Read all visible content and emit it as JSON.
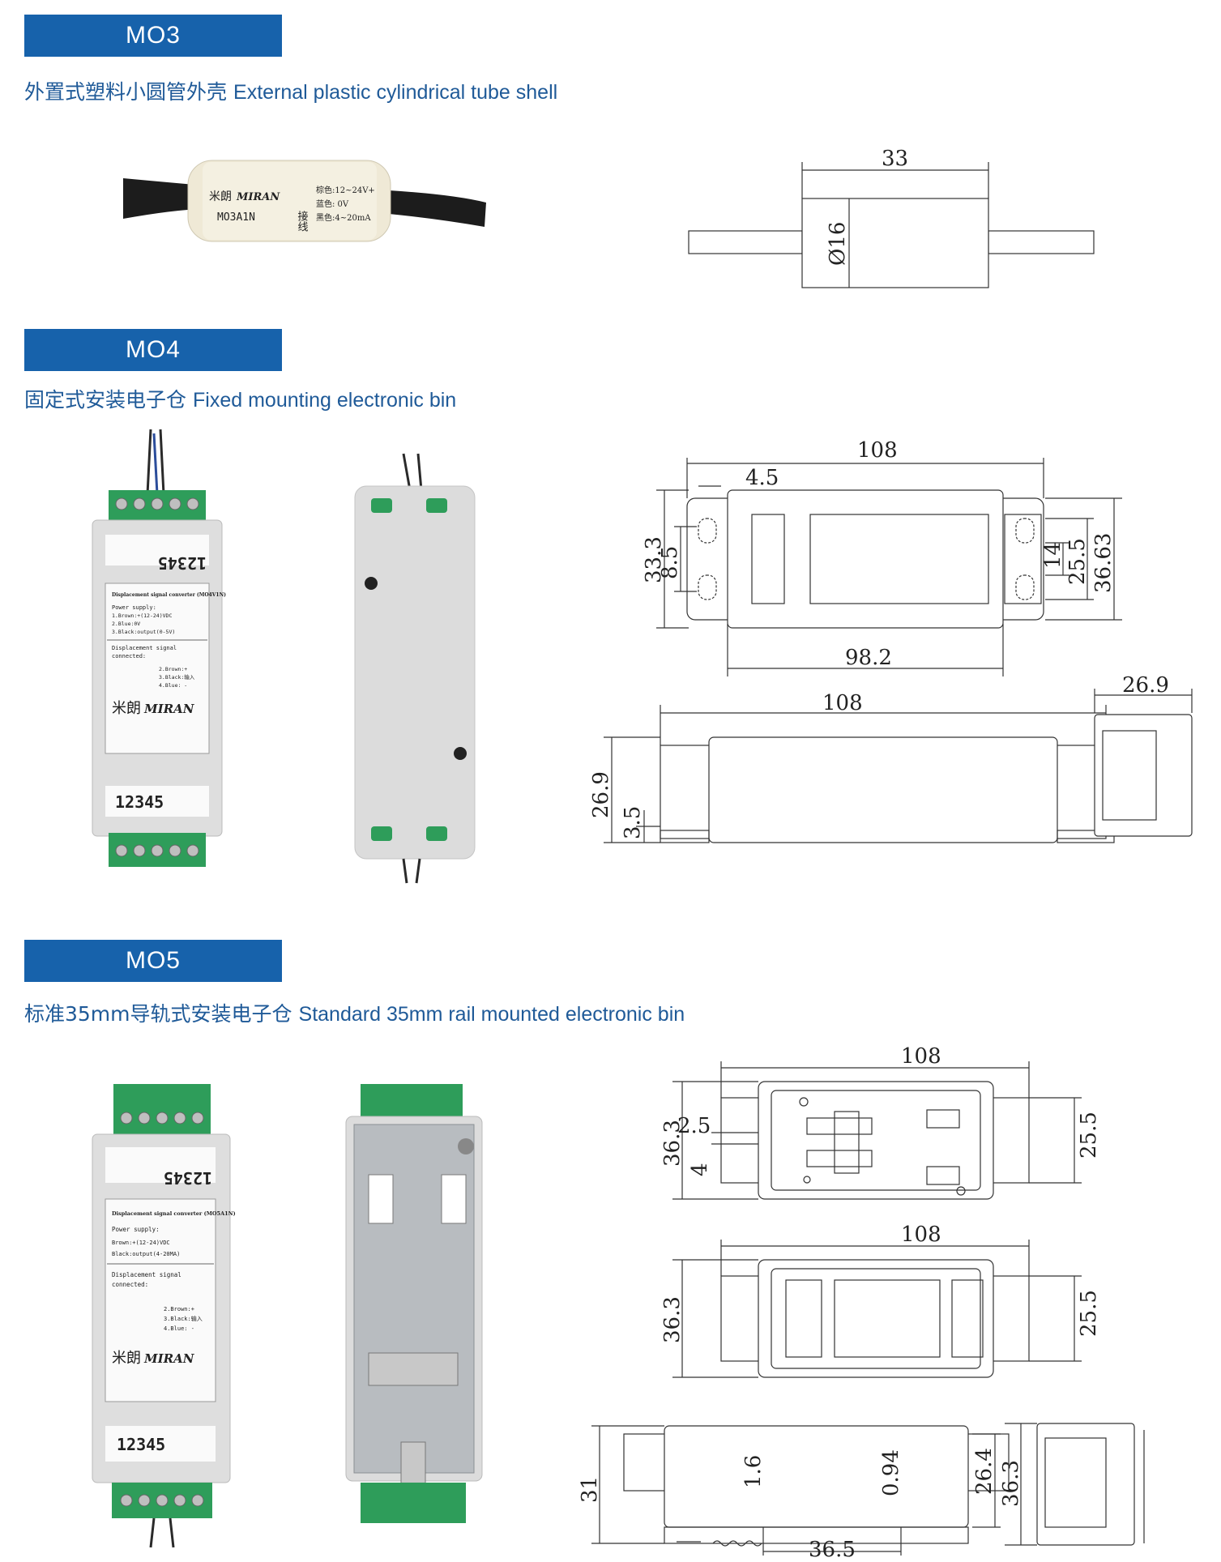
{
  "sections": [
    {
      "badge": "MO3",
      "title_cn": "外置式塑料小圆管外壳",
      "title_en": "External plastic cylindrical tube shell",
      "product_label": {
        "brand_cn": "米朗",
        "brand_en": "MIRAN",
        "model": "MO3A1N",
        "wiring": "接线",
        "line1": "棕色:12~24V+",
        "line2": "蓝色: 0V",
        "line3": "黑色:4~20mA"
      },
      "dims": {
        "length": "33",
        "diameter": "Ø16"
      }
    },
    {
      "badge": "MO4",
      "title_cn": "固定式安装电子仓",
      "title_en": "Fixed mounting electronic bin",
      "product_label": {
        "terminal_top": "12345",
        "terminal_bottom": "12345",
        "heading": "Displacement signal converter (MO4V1N)",
        "power": "Power supply:",
        "p1": "1.Brown:+(12-24)VDC",
        "p2": "2.Blue:0V",
        "p3": "3.Black:output(0-5V)",
        "disp": "Displacement signal",
        "conn": "connected:",
        "d2": "2.Brown:+",
        "d3": "3.Black:输入",
        "d4": "4.Blue: -",
        "brand_cn": "米朗",
        "brand_en": "MIRAN"
      },
      "dims": {
        "top_len": "108",
        "hole_off": "4.5",
        "height": "33.3",
        "hole_gap": "8.5",
        "inner_h": "14",
        "mid_h": "25.5",
        "outer_h": "36.63",
        "base_len": "98.2",
        "side_len": "108",
        "side_h": "26.9",
        "flange": "3.5",
        "end_w": "26.9"
      }
    },
    {
      "badge": "MO5",
      "title_cn": "标准35mm导轨式安装电子仓",
      "title_en": "Standard 35mm rail mounted electronic bin",
      "product_label": {
        "terminal_top": "12345",
        "terminal_bottom": "12345",
        "heading": "Displacement signal converter (MO5A1N)",
        "power": "Power supply:",
        "p1": "Brown:+(12-24)VDC",
        "p2": "Black:output(4-20MA)",
        "disp": "Displacement signal",
        "conn": "connected:",
        "d2": "2.Brown:+",
        "d3": "3.Black:输入",
        "d4": "4.Blue: -",
        "brand_cn": "米朗",
        "brand_en": "MIRAN"
      },
      "dims": {
        "top_len": "108",
        "clip_w": "2.5",
        "height": "36.3",
        "clip_gap": "4",
        "rail_h": "25.5",
        "mid_len": "108",
        "mid_h": "36.3",
        "mid_rail": "25.5",
        "side_h": "31",
        "spring": "1.6",
        "thin": "0.94",
        "side_inner": "26.4",
        "rail_len": "36.5",
        "end_h": "36.3"
      }
    }
  ]
}
